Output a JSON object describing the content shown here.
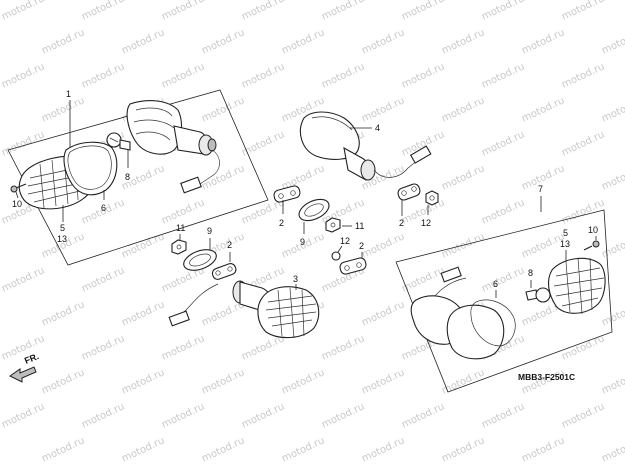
{
  "diagram": {
    "code": "MBB3-F2501C",
    "direction_label": "FR.",
    "watermark": "motod.ru",
    "callouts": {
      "group1": "1",
      "lens_l": "5",
      "lens_l_b": "13",
      "gasket_l": "6",
      "bulb_l": "8",
      "screw_l": "10",
      "lamp_rear_r": "4",
      "rubber_a": "2",
      "rubber_b": "2",
      "nut_a": "12",
      "grommet_a": "9",
      "nut_b": "11",
      "collar_a": "11",
      "grommet_b": "9",
      "rubber_c": "2",
      "nut_c": "12",
      "rubber_d": "2",
      "lamp_front": "3",
      "group7": "7",
      "lens_r": "5",
      "lens_r_b": "13",
      "screw_r": "10",
      "gasket_r": "6",
      "bulb_r": "8"
    }
  }
}
